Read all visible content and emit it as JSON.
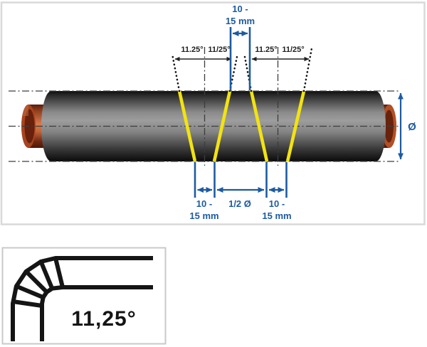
{
  "colors": {
    "dimension_blue": "#1d5ba1",
    "cut_line_yellow": "#f2e312",
    "centerline_gray": "#3d3d3d",
    "inset_line_black": "#151515",
    "panel_border_gray": "#d9d9d9"
  },
  "main_diagram": {
    "top_dimension": {
      "line1": "10 -",
      "line2": "15 mm"
    },
    "angle_labels": [
      "11.25°",
      "11/25°",
      "11.25°",
      "11/25°"
    ],
    "bottom_dimensions": {
      "left": {
        "line1": "10 -",
        "line2": "15 mm"
      },
      "center": "1/2 Ø",
      "right": {
        "line1": "10 -",
        "line2": "15 mm"
      }
    },
    "diameter_label": "Ø"
  },
  "inset": {
    "angle_label": "11,25°"
  }
}
